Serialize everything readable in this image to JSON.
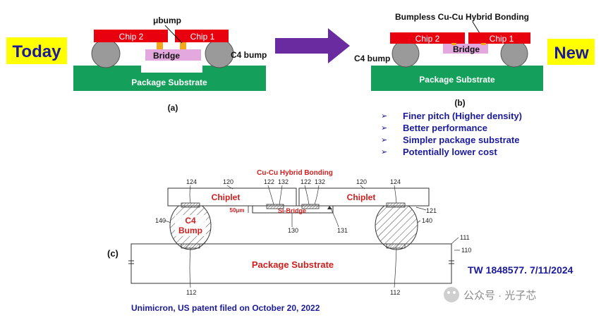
{
  "panel_a": {
    "tag": "Today",
    "chip2": "Chip 2",
    "chip1": "Chip 1",
    "bridge": "Bridge",
    "ubump": "μbump",
    "c4": "C4 bump",
    "substrate": "Package Substrate",
    "caption": "(a)"
  },
  "panel_b": {
    "tag": "New",
    "title": "Bumpless Cu-Cu Hybrid Bonding",
    "chip2": "Chip 2",
    "chip1": "Chip 1",
    "bridge": "Bridge",
    "c4": "C4 bump",
    "substrate": "Package Substrate",
    "caption": "(b)"
  },
  "benefits": [
    "Finer pitch (Higher density)",
    "Better performance",
    "Simpler package substrate",
    "Potentially lower cost"
  ],
  "bullet_glyph": "➢",
  "panel_c": {
    "caption": "(c)",
    "hybrid": "Cu-Cu Hybrid Bonding",
    "chiplet_left": "Chiplet",
    "chiplet_right": "Chiplet",
    "c4_line1": "C4",
    "c4_line2": "Bump",
    "gap": "50μm",
    "bridge": "Si-Bridge",
    "substrate": "Package Substrate",
    "refs": {
      "r124a": "124",
      "r120a": "120",
      "r122a": "122",
      "r132a": "132",
      "r122b": "122",
      "r132b": "132",
      "r120b": "120",
      "r124b": "124",
      "r140a": "140",
      "r140b": "140",
      "r121": "121",
      "r130": "130",
      "r131": "131",
      "r111": "111",
      "r110": "110",
      "r112a": "112",
      "r112b": "112"
    }
  },
  "patent": "TW 1848577. 7/11/2024",
  "footnote": "Unimicron, US patent filed on October 20, 2022",
  "watermark": "公众号 · 光子芯"
}
